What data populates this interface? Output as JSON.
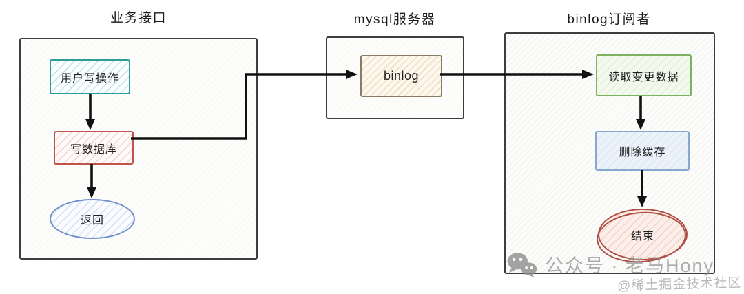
{
  "diagram": {
    "groups": [
      {
        "title": "业务接口",
        "nodes": [
          {
            "label": "用户写操作",
            "shape": "rect",
            "color_key": "node_teal"
          },
          {
            "label": "写数据库",
            "shape": "rect",
            "color_key": "node_red"
          },
          {
            "label": "返回",
            "shape": "ellipse",
            "color_key": "node_blue"
          }
        ]
      },
      {
        "title": "mysql服务器",
        "nodes": [
          {
            "label": "binlog",
            "shape": "rect",
            "color_key": "node_tan_border"
          }
        ]
      },
      {
        "title": "binlog订阅者",
        "nodes": [
          {
            "label": "读取变更数据",
            "shape": "rect",
            "color_key": "node_green"
          },
          {
            "label": "删除缓存",
            "shape": "rect",
            "color_key": "node_lightblue"
          },
          {
            "label": "结束",
            "shape": "ellipse",
            "color_key": "node_darkred"
          }
        ]
      }
    ],
    "edges": [
      {
        "from": "用户写操作",
        "to": "写数据库"
      },
      {
        "from": "写数据库",
        "to": "返回"
      },
      {
        "from": "写数据库",
        "to": "binlog"
      },
      {
        "from": "binlog",
        "to": "读取变更数据"
      },
      {
        "from": "读取变更数据",
        "to": "删除缓存"
      },
      {
        "from": "删除缓存",
        "to": "结束"
      }
    ]
  },
  "colors": {
    "node_teal": "#2e9c96",
    "node_red": "#c0544d",
    "node_blue": "#6e8fc9",
    "node_tan_border": "#8a7c63",
    "node_green": "#7fb163",
    "node_lightblue": "#85a8cc",
    "node_darkred": "#ad4f45",
    "container_border": "#3d3d3d",
    "arrow_black": "#111111",
    "watermark_gray": "#9a9a9a",
    "watermark_light": "#b9b9b9"
  },
  "watermark": {
    "wechat_label": "公众号 · 老马Hony",
    "community_label": "@稀土掘金技术社区"
  }
}
